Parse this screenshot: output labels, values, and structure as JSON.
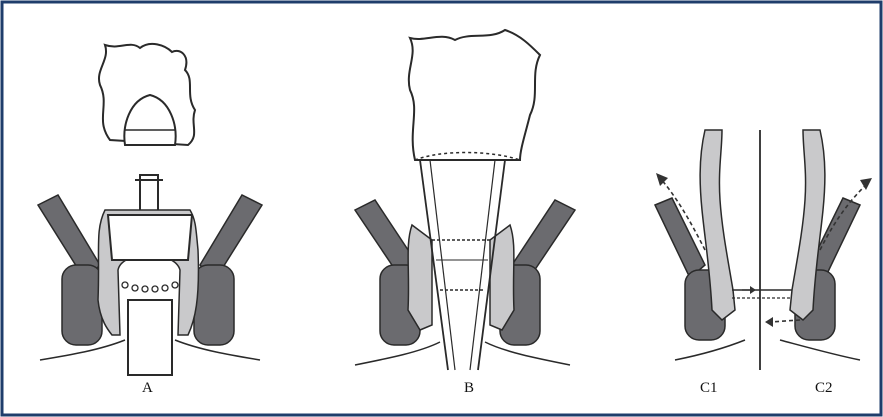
{
  "panels": [
    {
      "id": "A",
      "label": "A"
    },
    {
      "id": "B",
      "label": "B"
    },
    {
      "id": "C",
      "labels": [
        "C1",
        "C2"
      ]
    }
  ],
  "colors": {
    "frame": "#1f3d6b",
    "line": "#2a2a2a",
    "muscle_dark": "#6b6b6f",
    "muscle_light": "#c9c9cb",
    "arrow": "#333333"
  }
}
